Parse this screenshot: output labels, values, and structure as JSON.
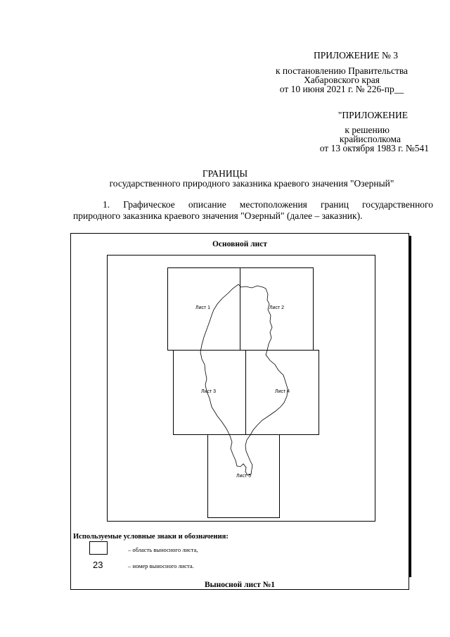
{
  "appendix": {
    "line1": "ПРИЛОЖЕНИЕ № 3",
    "line2": "к постановлению Правительства",
    "line3": "Хабаровского края",
    "line4": "от 10 июня 2021 г. № 226-пр__"
  },
  "prior": {
    "line1": "\"ПРИЛОЖЕНИЕ",
    "line2": "к решению",
    "line3": "крайисполкома",
    "line4": "от 13 октября 1983 г. №541"
  },
  "title": {
    "main": "ГРАНИЦЫ",
    "sub": "государственного природного заказника краевого значения \"Озерный\""
  },
  "paragraph": {
    "line1": "1. Графическое описание местоположения границ государственного",
    "line2": "природного заказника краевого значения \"Озерный\" (далее – заказник)."
  },
  "map": {
    "heading": "Основной лист",
    "sheets": [
      "Лист 1",
      "Лист 2",
      "Лист 3",
      "Лист 4",
      "Лист 5"
    ],
    "legend_title": "Используемые условные знаки и обозначения:",
    "legend_area": "– область выносного листа,",
    "legend_number_sample": "23",
    "legend_number": "– номер выносного листа.",
    "footer": "Выносной лист №1"
  }
}
